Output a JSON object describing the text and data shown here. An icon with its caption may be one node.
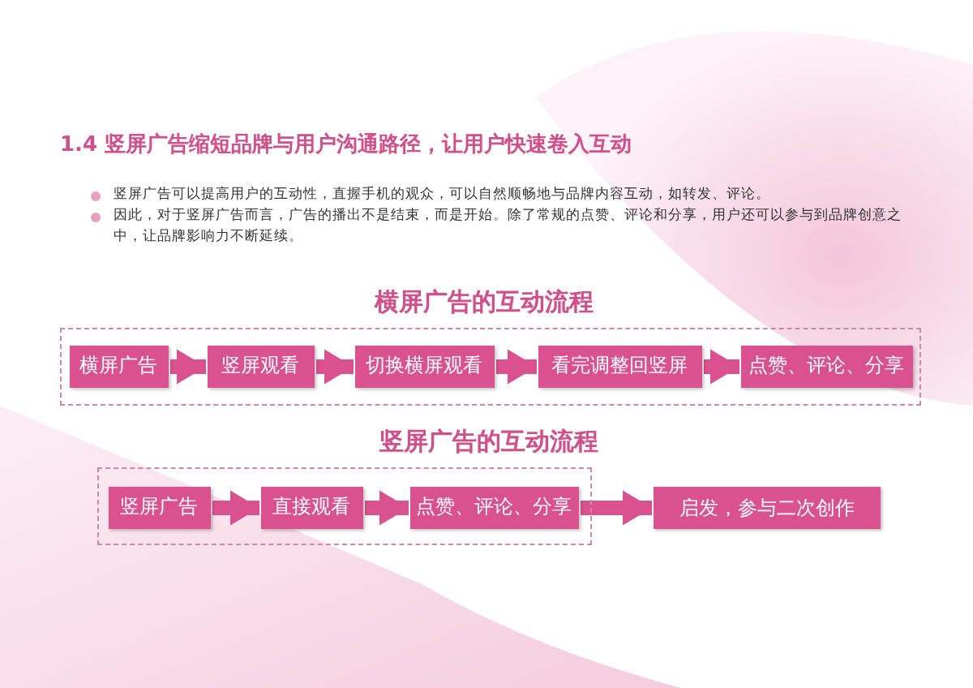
{
  "diagram": {
    "title": "1.4 竖屏广告缩短品牌与用户沟通路径，让用户快速卷入互动",
    "nodes": [
      {
        "text": [
          "横屏广告的互动流程"
        ]
      },
      {
        "text": [
          "横屏广告"
        ],
        "in": 0
      },
      {
        "text": [
          "竖屏观看"
        ],
        "in": 0
      },
      {
        "text": [
          "切换横屏观看"
        ],
        "in": 0
      },
      {
        "text": [
          "看完调整回竖屏"
        ],
        "in": 0
      },
      {
        "text": [
          "点赞、评论、分享"
        ],
        "in": 0
      },
      {
        "text": [
          "竖屏广告的互动流程"
        ]
      },
      {
        "text": [
          "竖屏广告"
        ],
        "in": 6
      },
      {
        "text": [
          "直接观看"
        ],
        "in": 6
      },
      {
        "text": [
          "点赞、评论、分享"
        ],
        "in": 6
      },
      {
        "text": [
          "启发，参与二次创作"
        ]
      }
    ],
    "edges": [
      {
        "from": 1,
        "to": 2,
        "arrow": "to"
      },
      {
        "from": 2,
        "to": 3,
        "arrow": "to"
      },
      {
        "from": 3,
        "to": 4,
        "arrow": "to"
      },
      {
        "from": 4,
        "to": 5,
        "arrow": "to"
      },
      {
        "from": 7,
        "to": 8,
        "arrow": "to"
      },
      {
        "from": 8,
        "to": 9,
        "arrow": "to"
      },
      {
        "from": 9,
        "to": 10,
        "arrow": "to"
      }
    ],
    "labels": [
      "竖屏广告可以提高用户的互动性，直握手机的观众，可以自然顺畅地与品牌内容互动，如转发、评论。",
      "因此，对于竖屏广告而言，广告的播出不是结束，而是开始。除了常规的点赞、评论和分享，用户还可以参与到品牌创意之中，让品牌影响力不断延续。"
    ]
  }
}
